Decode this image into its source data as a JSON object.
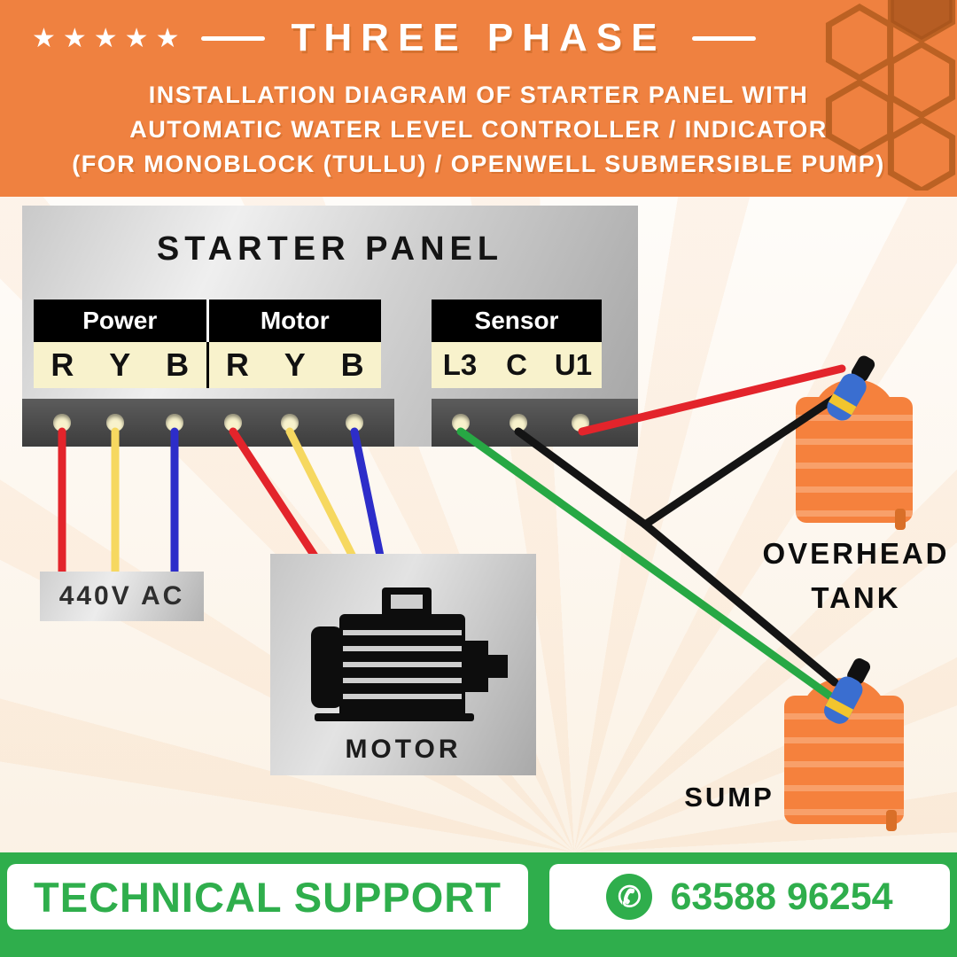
{
  "header": {
    "stars": "★★★★★",
    "title": "THREE PHASE",
    "subtitle_line1": "INSTALLATION DIAGRAM OF STARTER PANEL WITH",
    "subtitle_line2": "AUTOMATIC WATER LEVEL CONTROLLER / INDICATOR",
    "subtitle_line3": "(FOR MONOBLOCK (TULLU) / OPENWELL SUBMERSIBLE PUMP)"
  },
  "panel": {
    "title": "STARTER PANEL",
    "power_label": "Power",
    "motor_label": "Motor",
    "sensor_label": "Sensor",
    "power_terminals": [
      "R",
      "Y",
      "B"
    ],
    "motor_terminals": [
      "R",
      "Y",
      "B"
    ],
    "sensor_terminals": [
      "L3",
      "C",
      "U1"
    ]
  },
  "diagram": {
    "supply_label": "440V AC",
    "motor_label": "MOTOR",
    "overhead_tank_label_line1": "OVERHEAD",
    "overhead_tank_label_line2": "TANK",
    "sump_label": "SUMP"
  },
  "footer": {
    "support_label": "TECHNICAL SUPPORT",
    "phone_number": "63588 96254",
    "whatsapp_glyph": "✆"
  },
  "colors": {
    "banner_orange": "#EF8140",
    "footer_green": "#2FAE4C",
    "wire_red": "#E3242B",
    "wire_yellow": "#F6D860",
    "wire_blue": "#2D2DC9",
    "wire_green": "#27A844",
    "wire_black": "#141414",
    "tank_orange": "#F5813D",
    "tank_stripe": "#F8A06A",
    "terminal_cream": "#F8F2CC",
    "float_blue": "#3A6ED0",
    "float_yellow": "#F2C52E"
  }
}
